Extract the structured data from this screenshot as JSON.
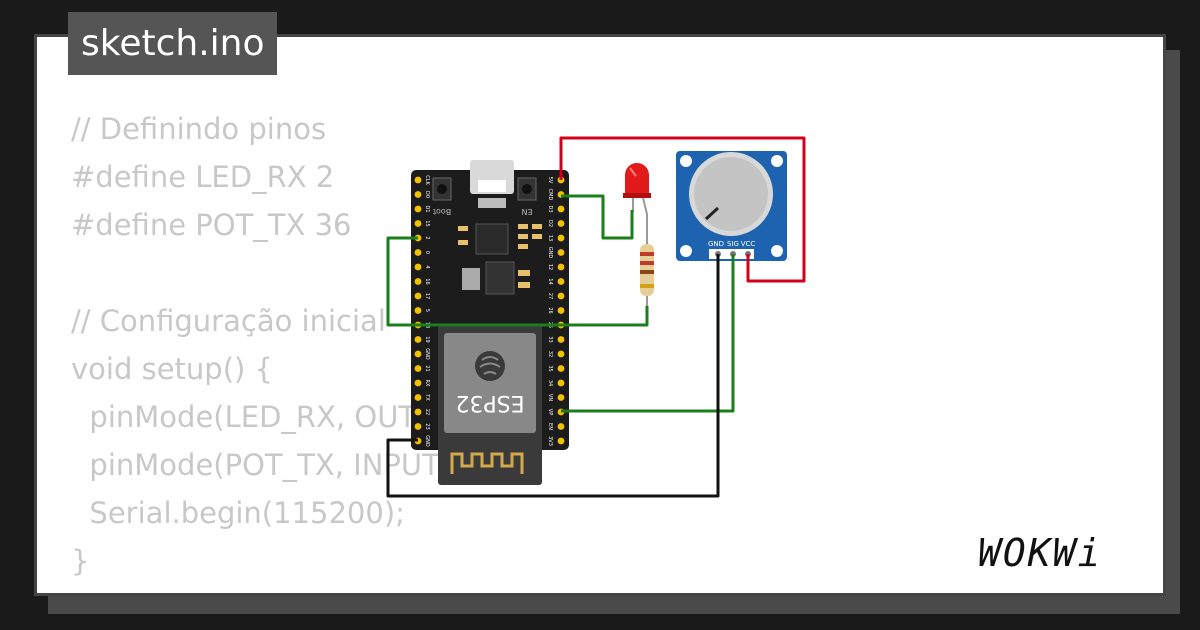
{
  "tab": {
    "title": "sketch.ino"
  },
  "code_lines": [
    "// Definindo pinos",
    "#define LED_RX 2",
    "#define POT_TX 36",
    "",
    "// Configuração inicial",
    "void setup() {",
    "  pinMode(LED_RX, OUTPUT);",
    "  pinMode(POT_TX, INPUT);",
    "  Serial.begin(115200);",
    "}"
  ],
  "board": {
    "chip_label": "ESP32",
    "boot_label": "Boot",
    "en_label": "EN",
    "left_pins": [
      "CLK",
      "D0",
      "D1",
      "15",
      "2",
      "0",
      "4",
      "16",
      "17",
      "5",
      "18",
      "19",
      "GND",
      "21",
      "RX",
      "TX",
      "22",
      "23",
      "GND"
    ],
    "right_pins": [
      "5V",
      "CMD",
      "D3",
      "D2",
      "13",
      "GND",
      "12",
      "14",
      "27",
      "26",
      "25",
      "33",
      "32",
      "35",
      "34",
      "VN",
      "VP",
      "EN",
      "3V3"
    ]
  },
  "potentiometer": {
    "pins": [
      "GND",
      "SIG",
      "VCC"
    ]
  },
  "brand": {
    "logo_text": "WOKWi"
  },
  "colors": {
    "background": "#1a1a1a",
    "card": "#ffffff",
    "tab": "#555555",
    "code_text": "#c8c8c8",
    "wire_red": "#d0021b",
    "wire_green": "#1a7f1a",
    "wire_black": "#111111",
    "board": "#1c1c1c",
    "pot_board": "#1e63b0"
  }
}
